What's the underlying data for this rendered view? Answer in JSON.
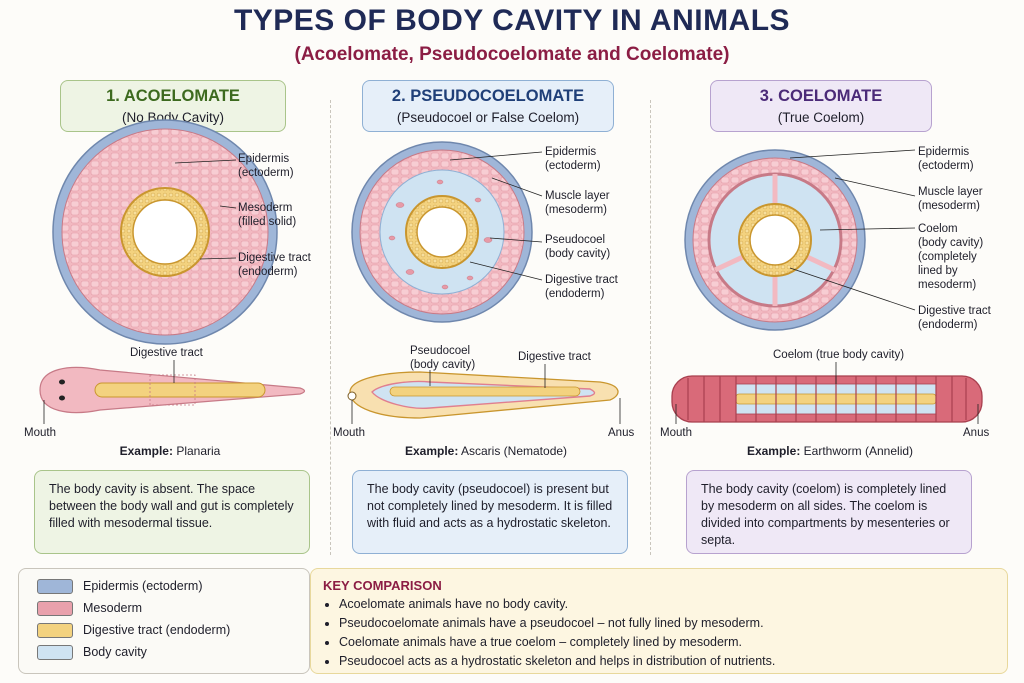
{
  "header": {
    "title": "TYPES OF BODY CAVITY IN ANIMALS",
    "subtitle": "(Acoelomate, Pseudocoelomate and Coelomate)"
  },
  "columns": [
    {
      "heading": "1. ACOELOMATE",
      "subheading": "(No Body Cavity)",
      "labels": [
        "Epidermis\n(ectoderm)",
        "Mesoderm\n(filled solid)",
        "Digestive tract\n(endoderm)"
      ],
      "organism_labels": {
        "top": "Digestive tract",
        "left": "Mouth"
      },
      "example_prefix": "Example:",
      "example": "Planaria",
      "description": "The body cavity is absent. The space between the body wall and gut is completely filled with mesodermal tissue."
    },
    {
      "heading": "2. PSEUDOCOELOMATE",
      "subheading": "(Pseudocoel or False Coelom)",
      "labels": [
        "Epidermis\n(ectoderm)",
        "Muscle layer\n(mesoderm)",
        "Pseudocoel\n(body cavity)",
        "Digestive tract\n(endoderm)"
      ],
      "organism_labels": {
        "top_left": "Pseudocoel\n(body cavity)",
        "top_right": "Digestive tract",
        "left": "Mouth",
        "right": "Anus"
      },
      "example_prefix": "Example:",
      "example": "Ascaris (Nematode)",
      "description": "The body cavity (pseudocoel) is present but not completely lined by mesoderm. It is filled with fluid and acts as a hydrostatic skeleton."
    },
    {
      "heading": "3. COELOMATE",
      "subheading": "(True Coelom)",
      "labels": [
        "Epidermis\n(ectoderm)",
        "Muscle layer\n(mesoderm)",
        "Coelom\n(body cavity)\n(completely\nlined by\nmesoderm)",
        "Digestive tract\n(endoderm)"
      ],
      "organism_labels": {
        "top": "Coelom (true body cavity)",
        "left": "Mouth",
        "right": "Anus"
      },
      "example_prefix": "Example:",
      "example": "Earthworm (Annelid)",
      "description": "The body cavity (coelom) is completely lined by mesoderm on all sides. The coelom is divided into compartments by mesenteries or septa."
    }
  ],
  "legend": [
    {
      "label": "Epidermis (ectoderm)",
      "color": "#9fb6d8"
    },
    {
      "label": "Mesoderm",
      "color": "#e9a1ac"
    },
    {
      "label": "Digestive tract (endoderm)",
      "color": "#f3d27f"
    },
    {
      "label": "Body cavity",
      "color": "#cfe3f2"
    }
  ],
  "key_comparison": {
    "title": "KEY COMPARISON",
    "points": [
      "Acoelomate animals have no body cavity.",
      "Pseudocoelomate animals have a pseudocoel – not fully lined by mesoderm.",
      "Coelomate animals have a true coelom – completely lined by mesoderm.",
      "Pseudocoel acts as a hydrostatic skeleton and helps in distribution of nutrients."
    ]
  },
  "colors": {
    "epidermis": "#9fb6d8",
    "mesoderm": "#e9a1ac",
    "gut": "#f3d27f",
    "cavity": "#cfe3f2",
    "acoel_box": "#eef4e4",
    "pseudo_box": "#e6eff9",
    "coel_box": "#efe8f6"
  }
}
